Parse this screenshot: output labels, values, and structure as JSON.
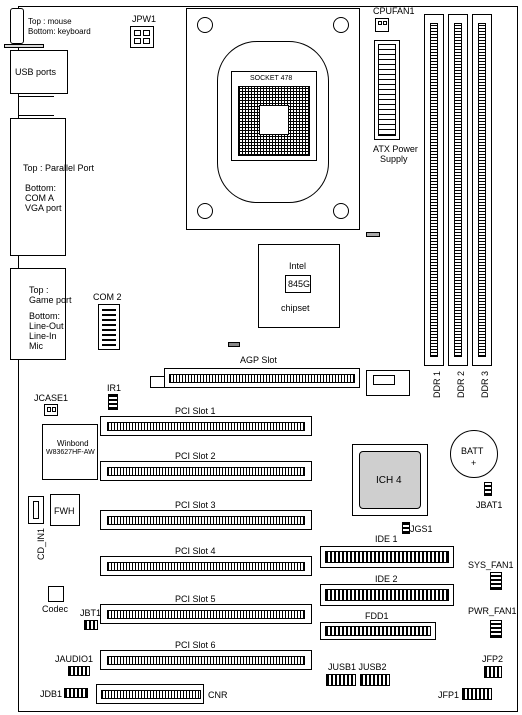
{
  "diagram": {
    "io": {
      "mouse_keyboard": [
        "Top : mouse",
        "Bottom: keyboard"
      ],
      "usb": "USB ports",
      "parallel_com_vga": [
        "Top : Parallel Port",
        "Bottom:",
        "COM A",
        "VGA port"
      ],
      "game_audio": [
        "Top :",
        "Game port",
        "Bottom:",
        "Line-Out",
        "Line-In",
        "Mic"
      ]
    },
    "labels": {
      "jpw1": "JPW1",
      "cpufan1": "CPUFAN1",
      "socket": "SOCKET 478",
      "atx_power": [
        "ATX Power",
        "Supply"
      ],
      "chipset": [
        "Intel",
        "845G",
        "chipset"
      ],
      "com2": "COM 2",
      "agp": "AGP Slot",
      "ir1": "IR1",
      "jcase1": "JCASE1",
      "winbond": [
        "Winbond",
        "W83627HF-AW"
      ],
      "fwh": "FWH",
      "cd_in1": "CD_IN1",
      "codec": "Codec",
      "jbt1": "JBT1",
      "jaudio1": "JAUDIO1",
      "jdb1": "JDB1",
      "cnr": "CNR",
      "ich4": "ICH 4",
      "batt": [
        "BATT",
        "+"
      ],
      "jbat1": "JBAT1",
      "jgs1": "JGS1",
      "ide1": "IDE 1",
      "ide2": "IDE 2",
      "fdd1": "FDD1",
      "sys_fan1": "SYS_FAN1",
      "pwr_fan1": "PWR_FAN1",
      "jusb": "JUSB1 JUSB2",
      "jfp2": "JFP2",
      "jfp1": "JFP1",
      "ddr": [
        "DDR 1",
        "DDR 2",
        "DDR 3"
      ]
    },
    "pci_slots": [
      "PCI Slot 1",
      "PCI Slot 2",
      "PCI Slot 3",
      "PCI Slot 4",
      "PCI Slot 5",
      "PCI Slot 6"
    ]
  }
}
